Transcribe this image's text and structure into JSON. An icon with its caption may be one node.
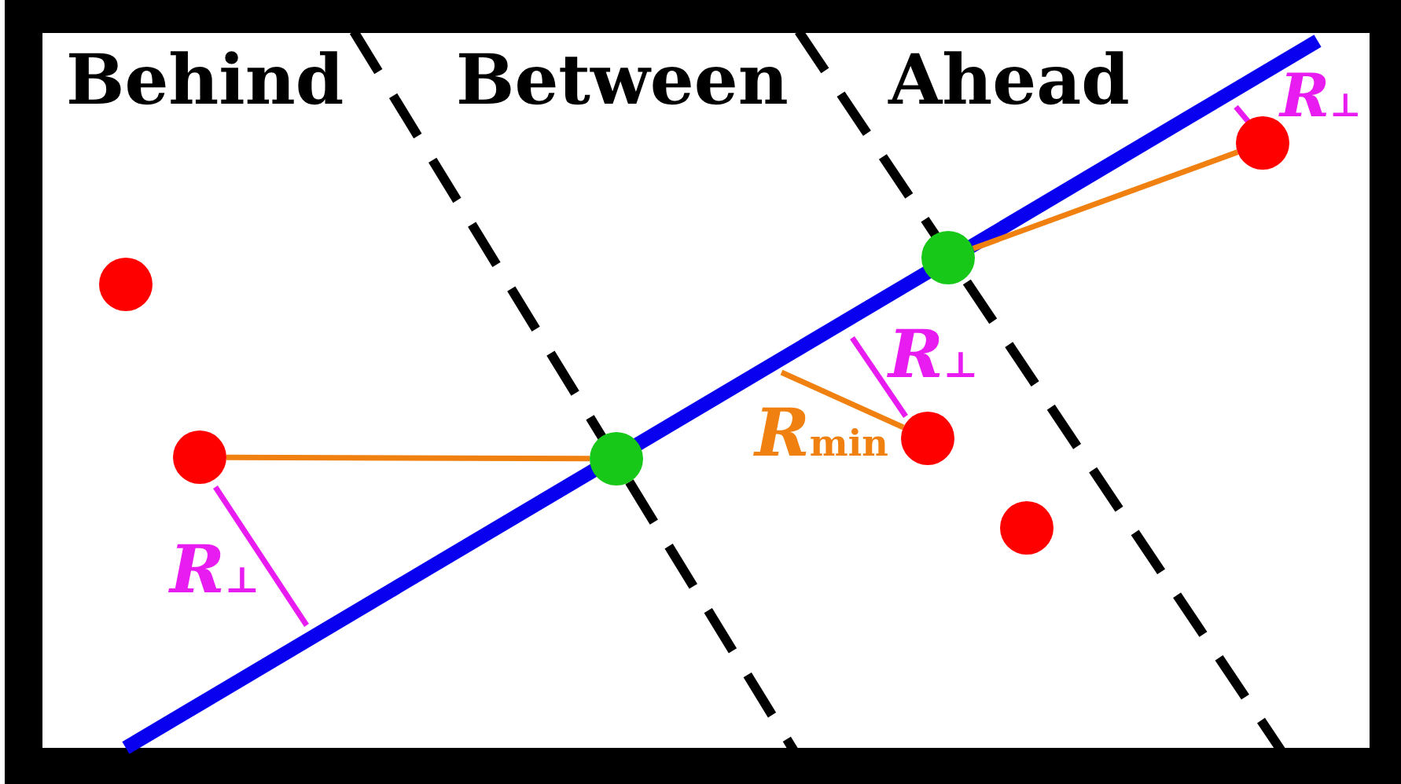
{
  "diagram": {
    "nodes": [
      {
        "text": [],
        "shape": "circle"
      },
      {
        "text": [],
        "shape": "circle"
      },
      {
        "text": [],
        "shape": "circle"
      },
      {
        "text": [],
        "shape": "circle"
      },
      {
        "text": [],
        "shape": "circle"
      },
      {
        "text": [],
        "shape": "circle"
      },
      {
        "text": [],
        "shape": "circle"
      }
    ],
    "edges": [
      {
        "from": 0,
        "to": 1,
        "arrow": "none"
      },
      {
        "from": 3,
        "to": null,
        "arrow": "none"
      },
      {
        "from": 4,
        "to": 5,
        "arrow": "none"
      }
    ],
    "labels": [
      "Behind",
      "Between",
      "Ahead",
      "*R*$_{⊥}$",
      "*R*$_{⊥}$",
      "*R*$_{min}$",
      "*R*$_{⊥}$"
    ]
  }
}
